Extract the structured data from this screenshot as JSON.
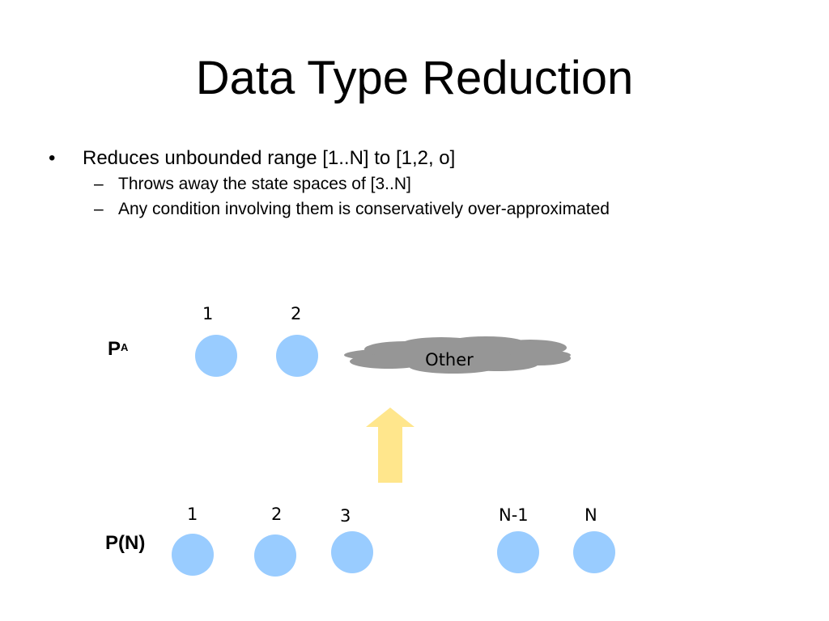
{
  "title": "Data Type Reduction",
  "bullets": {
    "main": "Reduces unbounded range [1..N] to [1,2, o]",
    "sub": [
      "Throws away the state spaces of [3..N]",
      "Any condition involving them is conservatively over-approximated"
    ]
  },
  "diagram": {
    "abstract_row": {
      "label_main": "P",
      "label_sup": "A",
      "nodes": [
        "1",
        "2"
      ],
      "cloud_label": "Other"
    },
    "concrete_row": {
      "label": "P(N)",
      "nodes": [
        "1",
        "2",
        "3",
        "N-1",
        "N"
      ]
    },
    "colors": {
      "node": "#99ccff",
      "cloud": "#969696",
      "arrow": "#ffe68c"
    }
  }
}
